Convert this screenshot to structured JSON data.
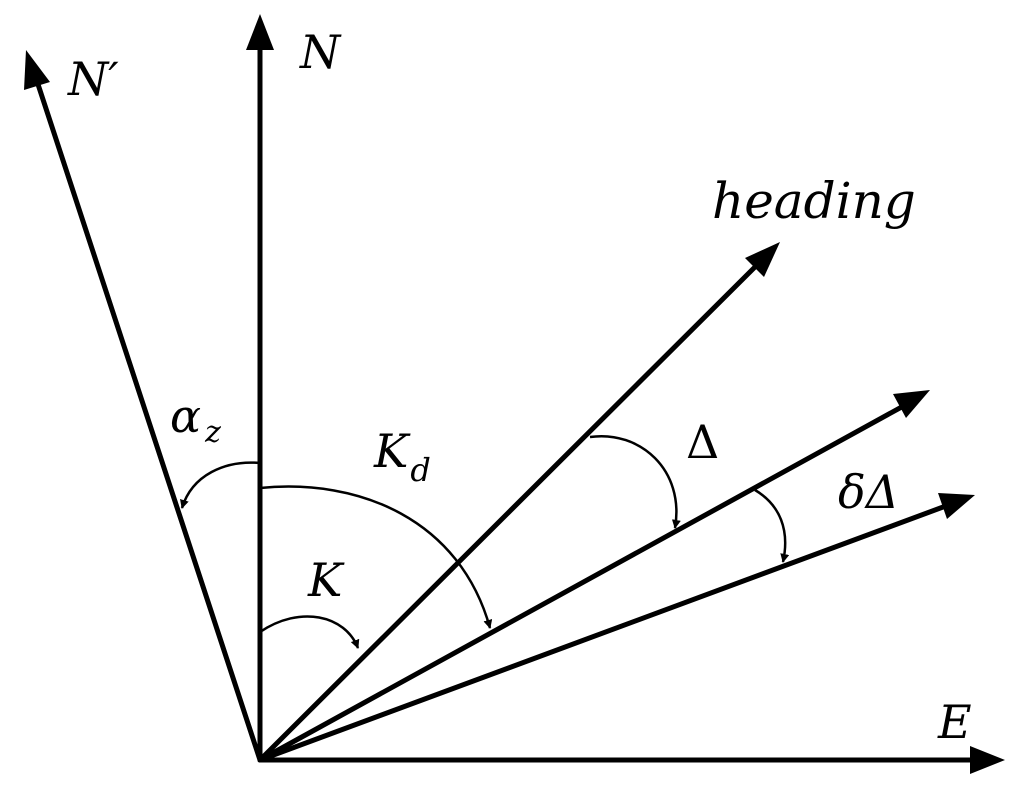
{
  "labels": {
    "n_prime": "N′",
    "n": "N",
    "heading": "heading",
    "alpha": "α",
    "alpha_sub": "z",
    "k_d": "K",
    "k_d_sub": "d",
    "delta": "Δ",
    "delta_delta": "δΔ",
    "k": "K",
    "e": "E"
  },
  "colors": {
    "ink": "#000000",
    "background": "#ffffff"
  }
}
